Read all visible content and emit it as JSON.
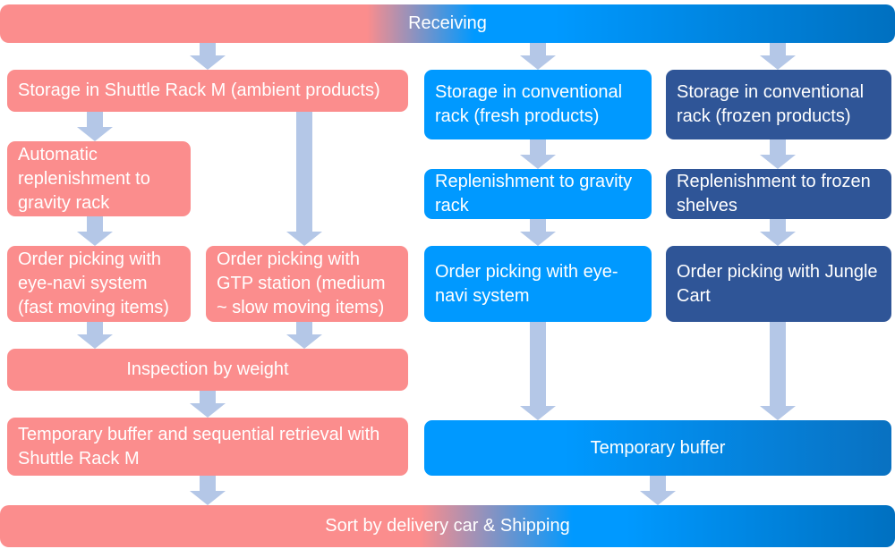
{
  "colors": {
    "salmon": "#FB8D8D",
    "bright_blue": "#0099FF",
    "dark_blue": "#2F5597",
    "deep_blue_gradient_end": "#0070C0",
    "temp_buffer_gradient_end": "#0971C1",
    "arrow": "#B4C7E7",
    "text": "#FFFFFF"
  },
  "diagram": {
    "receiving": "Receiving",
    "ambient_flow": {
      "storage": "Storage in Shuttle Rack M (ambient products)",
      "auto_replenishment": "Automatic replenishment to gravity rack",
      "picking_eyenavi_fast": "Order picking with eye-navi system (fast moving items)",
      "picking_gtp": "Order picking with GTP station (medium ~ slow moving items)",
      "inspection": "Inspection by weight",
      "temp_buffer_shuttle": "Temporary buffer and sequential retrieval with Shuttle Rack M"
    },
    "fresh_flow": {
      "storage": "Storage in conventional rack (fresh products)",
      "replenishment": "Replenishment to gravity rack",
      "picking": "Order picking with eye-navi system"
    },
    "frozen_flow": {
      "storage": "Storage in conventional rack (frozen products)",
      "replenishment": "Replenishment to frozen shelves",
      "picking": "Order picking with Jungle Cart"
    },
    "shared": {
      "temp_buffer": "Temporary buffer",
      "sort_shipping": "Sort by delivery car & Shipping"
    }
  }
}
